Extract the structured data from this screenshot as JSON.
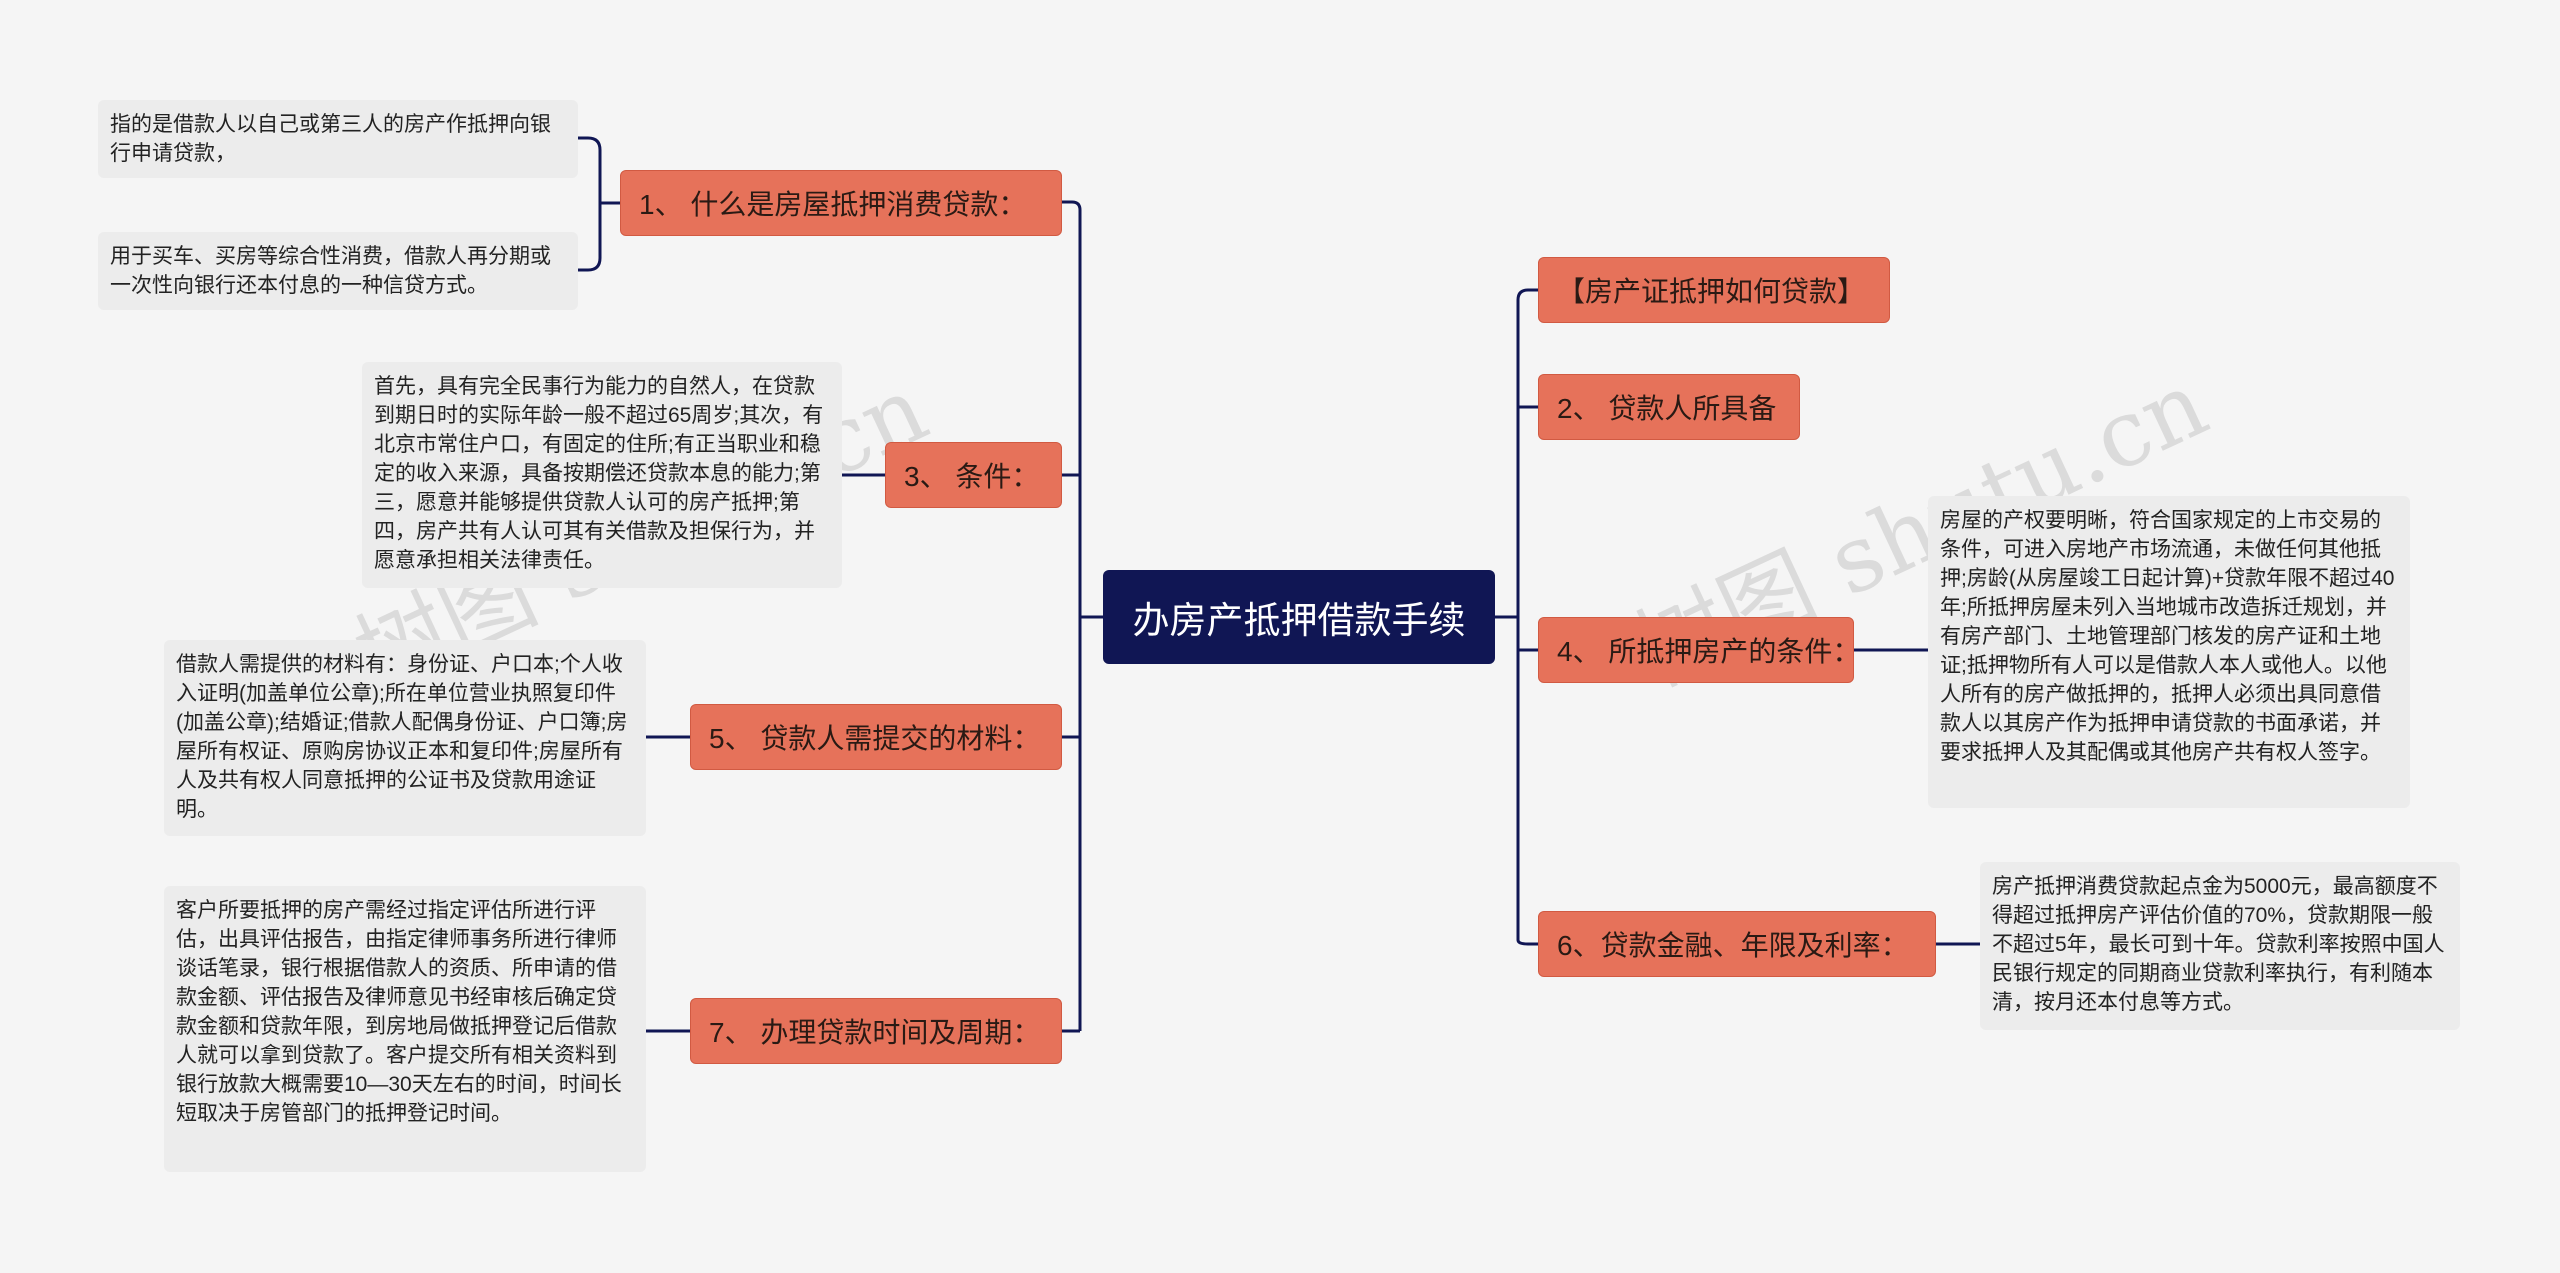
{
  "central": {
    "title": "办房产抵押借款手续"
  },
  "left_branches": [
    {
      "label": "1、 什么是房屋抵押消费贷款：",
      "details": [
        "指的是借款人以自己或第三人的房产作抵押向银行申请贷款，",
        "用于买车、买房等综合性消费，借款人再分期或一次性向银行还本付息的一种信贷方式。"
      ]
    },
    {
      "label": "3、 条件：",
      "details": [
        "首先，具有完全民事行为能力的自然人，在贷款到期日时的实际年龄一般不超过65周岁;其次，有北京市常住户口，有固定的住所;有正当职业和稳定的收入来源，具备按期偿还贷款本息的能力;第三，愿意并能够提供贷款人认可的房产抵押;第四，房产共有人认可其有关借款及担保行为，并愿意承担相关法律责任。"
      ]
    },
    {
      "label": "5、 贷款人需提交的材料：",
      "details": [
        "借款人需提供的材料有：身份证、户口本;个人收入证明(加盖单位公章);所在单位营业执照复印件(加盖公章);结婚证;借款人配偶身份证、户口簿;房屋所有权证、原购房协议正本和复印件;房屋所有人及共有权人同意抵押的公证书及贷款用途证明。"
      ]
    },
    {
      "label": "7、 办理贷款时间及周期：",
      "details": [
        "客户所要抵押的房产需经过指定评估所进行评估，出具评估报告，由指定律师事务所进行律师谈话笔录，银行根据借款人的资质、所申请的借款金额、评估报告及律师意见书经审核后确定贷款金额和贷款年限，到房地局做抵押登记后借款人就可以拿到贷款了。客户提交所有相关资料到银行放款大概需要10—30天左右的时间，时间长短取决于房管部门的抵押登记时间。"
      ]
    }
  ],
  "right_branches": [
    {
      "label": "【房产证抵押如何贷款】",
      "details": []
    },
    {
      "label": "2、 贷款人所具备",
      "details": []
    },
    {
      "label": "4、 所抵押房产的条件：",
      "details": [
        "房屋的产权要明晰，符合国家规定的上市交易的条件，可进入房地产市场流通，未做任何其他抵押;房龄(从房屋竣工日起计算)+贷款年限不超过40年;所抵押房屋未列入当地城市改造拆迁规划，并有房产部门、土地管理部门核发的房产证和土地证;抵押物所有人可以是借款人本人或他人。以他人所有的房产做抵押的，抵押人必须出具同意借款人以其房产作为抵押申请贷款的书面承诺，并要求抵押人及其配偶或其他房产共有权人签字。"
      ]
    },
    {
      "label": "6、贷款金融、年限及利率：",
      "details": [
        "房产抵押消费贷款起点金为5000元，最高额度不得超过抵押房产评估价值的70%，贷款期限一般不超过5年，最长可到十年。贷款利率按照中国人民银行规定的同期商业贷款利率执行，有利随本清，按月还本付息等方式。"
      ]
    }
  ],
  "watermark": {
    "text": "树图 shutu.cn"
  },
  "colors": {
    "central_bg": "#101654",
    "branch_bg": "#e6725a",
    "leaf_bg": "#ececec",
    "line": "#101654",
    "background": "#f5f5f5"
  }
}
